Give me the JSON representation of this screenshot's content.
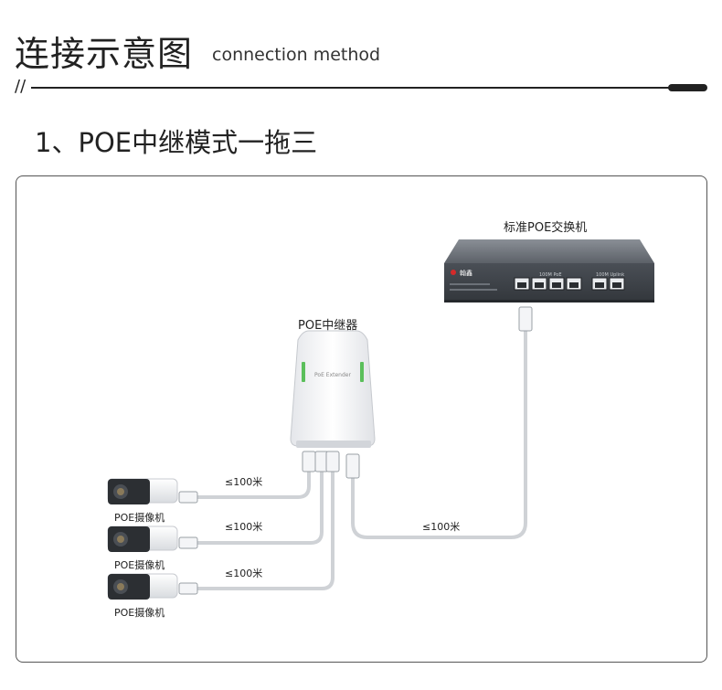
{
  "header": {
    "title": "连接示意图",
    "subtitle": "connection method",
    "slash": "//"
  },
  "section": {
    "heading": "1、POE中继模式一拖三"
  },
  "diagram": {
    "switch": {
      "label": "标准POE交换机",
      "brand": "翰鑫",
      "port_group_labels": [
        "100M PoE",
        "100M Uplink"
      ]
    },
    "extender": {
      "label": "POE中继器",
      "face_text": "PoE Extender"
    },
    "cameras": [
      {
        "label": "POE摄像机"
      },
      {
        "label": "POE摄像机"
      },
      {
        "label": "POE摄像机"
      }
    ],
    "distances": {
      "camera_1": "≤100米",
      "camera_2": "≤100米",
      "camera_3": "≤100米",
      "uplink": "≤100米"
    }
  }
}
